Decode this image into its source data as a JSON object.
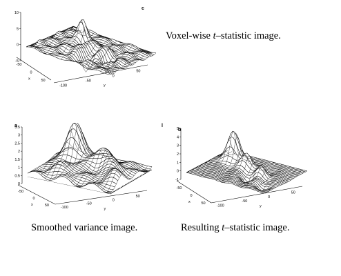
{
  "figure": {
    "panels": [
      {
        "id": "c",
        "letter": "c",
        "caption_pre": "Voxel-wise ",
        "caption_var": "t",
        "caption_post": "–statistic image.",
        "z_ticks": [
          "10",
          "5",
          "0",
          "-5"
        ],
        "x_ticks": [
          "-50",
          "0",
          "50"
        ],
        "y_ticks": [
          "-100",
          "-50",
          "0",
          "50"
        ],
        "x_label": "x",
        "y_label": "y"
      },
      {
        "id": "a",
        "letter": "a",
        "caption": "Smoothed variance image.",
        "z_ticks": [
          "3.5",
          "3",
          "2.5",
          "2",
          "1.5",
          "1",
          "0.5",
          "0"
        ],
        "x_ticks": [
          "-50",
          "0",
          "50"
        ],
        "y_ticks": [
          "-100",
          "-50",
          "0",
          "50"
        ],
        "x_label": "x",
        "y_label": "y"
      },
      {
        "id": "b",
        "letter": "b",
        "side_mark": "l",
        "caption_pre": "Resulting ",
        "caption_var": "t",
        "caption_post": "–statistic image.",
        "z_ticks": [
          "5",
          "4",
          "3",
          "2",
          "1",
          "0",
          "-1"
        ],
        "x_ticks": [
          "-50",
          "0",
          "50"
        ],
        "y_ticks": [
          "-100",
          "-50",
          "0",
          "50"
        ],
        "x_label": "x",
        "y_label": "y"
      }
    ],
    "colors": {
      "background": "#ffffff",
      "mesh": "#000000"
    }
  }
}
